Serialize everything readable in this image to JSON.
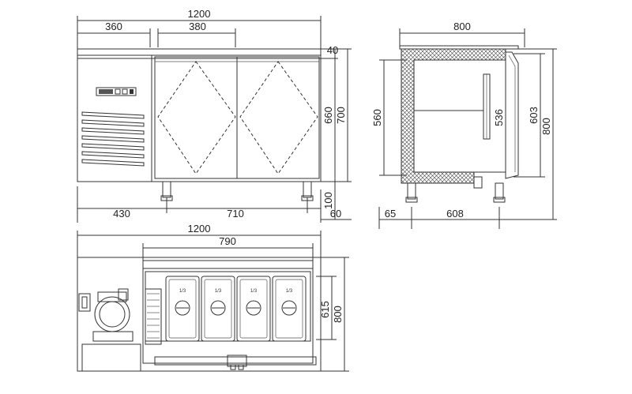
{
  "front_view": {
    "dims": {
      "total_width": "1200",
      "compartment_width": "360",
      "door_width": "380",
      "top_offset": "40",
      "door_height": "660",
      "total_height": "700",
      "leg_height": "100",
      "leg_spacing_left": "430",
      "leg_spacing_mid": "710",
      "leg_offset_right": "60"
    }
  },
  "side_view": {
    "dims": {
      "depth": "800",
      "inner_height": "560",
      "shelf_height": "536",
      "door_height": "603",
      "total_height": "800",
      "leg_offset": "65",
      "leg_spacing": "608"
    }
  },
  "top_view": {
    "dims": {
      "total_width": "1200",
      "inner_width": "790",
      "inner_depth": "615",
      "total_depth": "800"
    },
    "pans": [
      "1/3",
      "1/3",
      "1/3",
      "1/3"
    ]
  },
  "colors": {
    "line": "#333333",
    "background": "#ffffff"
  }
}
